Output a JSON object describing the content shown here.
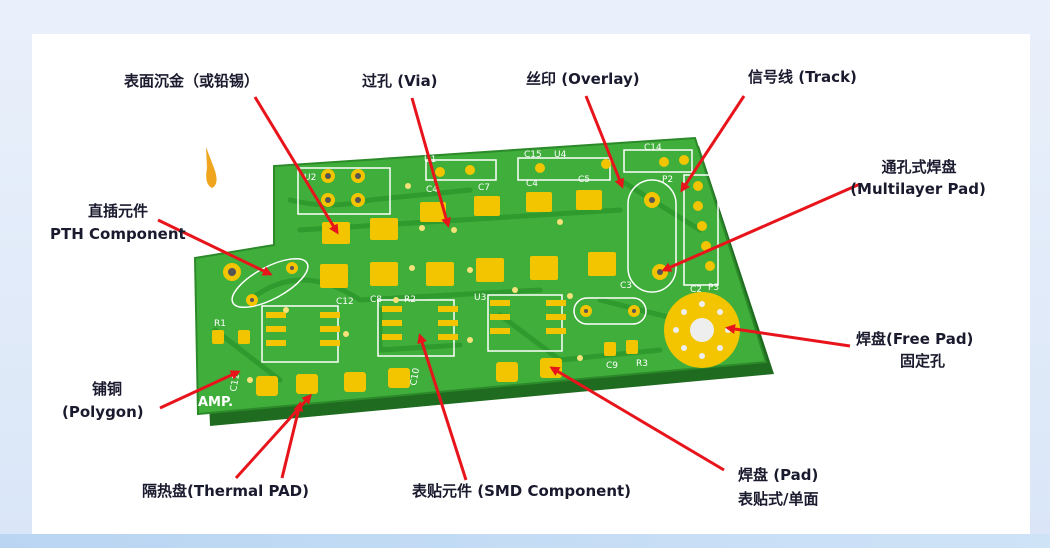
{
  "labels": {
    "surface_gold": "表面沉金（或铅锡）",
    "via": "过孔 (Via)",
    "overlay": "丝印 (Overlay)",
    "track": "信号线 (Track)",
    "multilayer_pad_cn": "通孔式焊盘",
    "multilayer_pad_en": "(Multilayer Pad)",
    "pth_cn": "直插元件",
    "pth_en": "PTH Component",
    "free_pad_cn": "焊盘(Free Pad)",
    "free_pad_cn2": "固定孔",
    "polygon_cn": "铺铜",
    "polygon_en": "(Polygon)",
    "thermal_pad": "隔热盘(Thermal PAD)",
    "smd_component": "表贴元件 (SMD Component)",
    "pad_cn": "焊盘 (Pad)",
    "pad_cn2": "表贴式/单面"
  },
  "silkscreen": {
    "u2": "U2",
    "u1": "U1",
    "c15": "C15",
    "u4": "U4",
    "c14": "C14",
    "c4": "C4",
    "c7": "C7",
    "c4b": "C4",
    "c5": "C5",
    "p2": "P2",
    "c12": "C12",
    "c8": "C8",
    "r2": "R2",
    "u3": "U3",
    "c3": "C3",
    "c2": "C2",
    "p3": "P3",
    "r1": "R1",
    "c11": "C11",
    "c10": "C10",
    "c9": "C9",
    "r3": "R3",
    "amp": "AMP."
  },
  "colors": {
    "board": "#3fae3a",
    "board_dark": "#2c8a2a",
    "pad": "#f2c500",
    "arrow": "#e8141b",
    "silk": "#ffffff"
  }
}
